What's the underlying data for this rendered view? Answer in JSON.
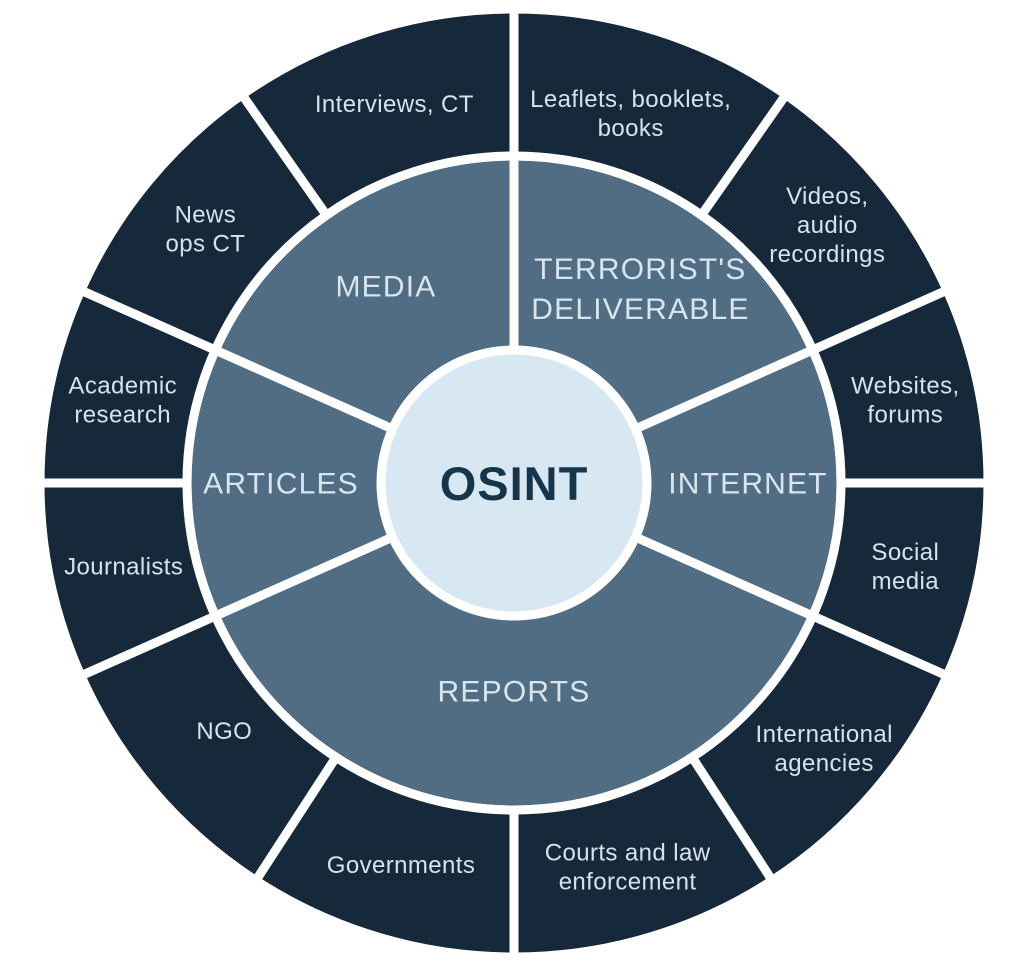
{
  "diagram": {
    "type": "sunburst",
    "title": "OSINT",
    "center": {
      "label": "OSINT"
    },
    "colors": {
      "background": "#ffffff",
      "outer_ring": "#16293b",
      "inner_ring": "#506d83",
      "center_circle": "#d8e8f3",
      "divider": "#ffffff",
      "ring_label_text": "#d6e3ed",
      "center_text": "#16344a"
    },
    "inner_segments": [
      {
        "label": "TERRORIST'S DELIVERABLE",
        "lines": [
          "TERRORIST'S",
          "DELIVERABLE"
        ],
        "start": 0,
        "end": 66
      },
      {
        "label": "INTERNET",
        "lines": [
          "INTERNET"
        ],
        "start": 66,
        "end": 114
      },
      {
        "label": "REPORTS",
        "lines": [
          "REPORTS"
        ],
        "start": 114,
        "end": 246
      },
      {
        "label": "ARTICLES",
        "lines": [
          "ARTICLES"
        ],
        "start": 246,
        "end": 294
      },
      {
        "label": "MEDIA",
        "lines": [
          "MEDIA"
        ],
        "start": 294,
        "end": 360
      }
    ],
    "outer_segments": [
      {
        "label": "Leaflets, booklets, books",
        "lines": [
          "Leaflets, booklets,",
          "books"
        ],
        "start": 0,
        "end": 35
      },
      {
        "label": "Videos, audio recordings",
        "lines": [
          "Videos,",
          "audio",
          "recordings"
        ],
        "start": 35,
        "end": 66
      },
      {
        "label": "Websites, forums",
        "lines": [
          "Websites,",
          "forums"
        ],
        "start": 66,
        "end": 90
      },
      {
        "label": "Social media",
        "lines": [
          "Social",
          "media"
        ],
        "start": 90,
        "end": 114
      },
      {
        "label": "International agencies",
        "lines": [
          "International",
          "agencies"
        ],
        "start": 114,
        "end": 147
      },
      {
        "label": "Courts and law enforcement",
        "lines": [
          "Courts and law",
          "enforcement"
        ],
        "start": 147,
        "end": 180
      },
      {
        "label": "Governments",
        "lines": [
          "Governments"
        ],
        "start": 180,
        "end": 213
      },
      {
        "label": "NGO",
        "lines": [
          "NGO"
        ],
        "start": 213,
        "end": 246
      },
      {
        "label": "Journalists",
        "lines": [
          "Journalists"
        ],
        "start": 246,
        "end": 270
      },
      {
        "label": "Academic research",
        "lines": [
          "Academic",
          "research"
        ],
        "start": 270,
        "end": 294
      },
      {
        "label": "News ops CT",
        "lines": [
          "News",
          "ops CT"
        ],
        "start": 294,
        "end": 325
      },
      {
        "label": "Interviews, CT",
        "lines": [
          "Interviews, CT"
        ],
        "start": 325,
        "end": 360
      }
    ]
  }
}
